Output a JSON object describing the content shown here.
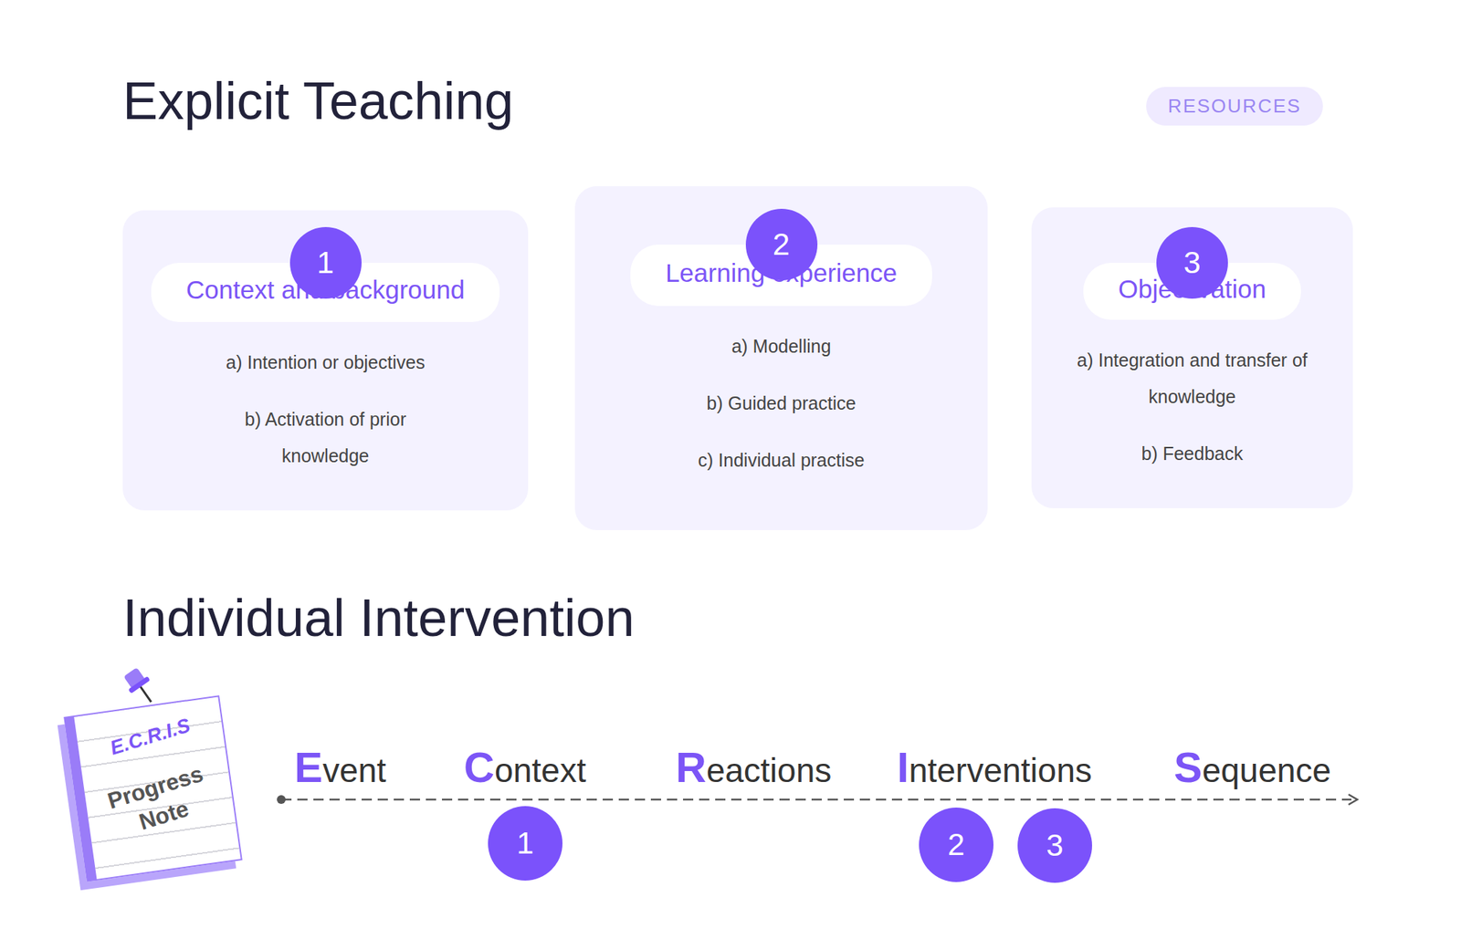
{
  "diagram": {
    "title": "Explicit Teaching",
    "nodes": [
      {
        "text": [
          "RESOURCES"
        ]
      },
      {
        "text": [
          "a) Intention or objectives",
          "b) Activation of prior knowledge"
        ]
      },
      {
        "text": [
          "1"
        ],
        "in": 1
      },
      {
        "text": [
          "Context and background"
        ],
        "in": 1
      },
      {
        "text": [
          "a) Modelling",
          "b) Guided practice",
          "c) Individual practise"
        ]
      },
      {
        "text": [
          "2"
        ],
        "in": 4
      },
      {
        "text": [
          "Learning experience"
        ],
        "in": 4
      },
      {
        "text": [
          "a) Integration and transfer of knowledge",
          "b) Feedback"
        ]
      },
      {
        "text": [
          "3"
        ],
        "in": 7
      },
      {
        "text": [
          "Objectivation"
        ],
        "in": 7
      },
      {
        "text": [
          "E.C.R.I.S",
          "Progress Note"
        ]
      },
      {
        "text": [
          "1"
        ]
      },
      {
        "text": [
          "2"
        ]
      },
      {
        "text": [
          "3"
        ]
      }
    ],
    "labels": [
      "Individual Intervention",
      "Event",
      "Context",
      "Reactions",
      "Interventions",
      "Sequence"
    ]
  }
}
